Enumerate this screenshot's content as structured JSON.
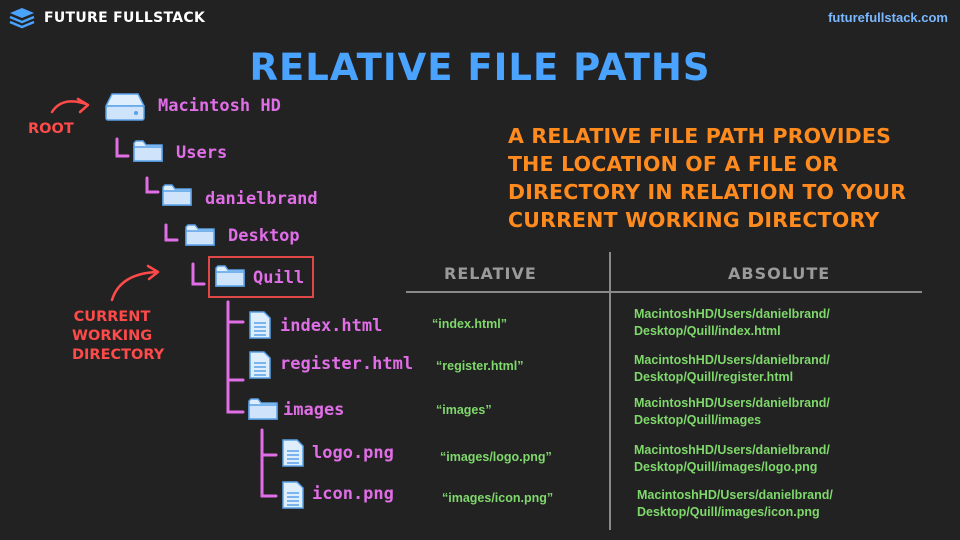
{
  "brand": {
    "name": "FUTURE FULLSTACK",
    "url": "futurefullstack.com"
  },
  "title": "RELATIVE FILE PATHS",
  "description": [
    "A RELATIVE FILE PATH PROVIDES",
    "THE LOCATION OF A FILE OR",
    "DIRECTORY IN RELATION TO YOUR",
    "CURRENT WORKING DIRECTORY"
  ],
  "labels": {
    "root": "ROOT",
    "cwd": [
      "CURRENT",
      "WORKING",
      "DIRECTORY"
    ]
  },
  "tree": {
    "drive": "Macintosh HD",
    "users": "Users",
    "user": "danielbrand",
    "desktop": "Desktop",
    "quill": "Quill",
    "index": "index.html",
    "register": "register.html",
    "images": "images",
    "logo": "logo.png",
    "icon": "icon.png"
  },
  "table": {
    "headers": {
      "relative": "RELATIVE",
      "absolute": "ABSOLUTE"
    },
    "rows": [
      {
        "relative": "“index.html”",
        "absolute": [
          "MacintoshHD/Users/danielbrand/",
          "Desktop/Quill/index.html"
        ]
      },
      {
        "relative": "“register.html”",
        "absolute": [
          "MacintoshHD/Users/danielbrand/",
          "Desktop/Quill/register.html"
        ]
      },
      {
        "relative": "“images”",
        "absolute": [
          "MacintoshHD/Users/danielbrand/",
          "Desktop/Quill/images"
        ]
      },
      {
        "relative": "“images/logo.png”",
        "absolute": [
          "MacintoshHD/Users/danielbrand/",
          "Desktop/Quill/images/logo.png"
        ]
      },
      {
        "relative": "“images/icon.png”",
        "absolute": [
          "MacintoshHD/Users/danielbrand/",
          "Desktop/Quill/images/icon.png"
        ]
      }
    ]
  },
  "colors": {
    "background": "#222222",
    "title": "#4aa3ff",
    "description": "#ff8a1e",
    "tree": "#e06ee6",
    "annotation": "#ff4a4a",
    "path_text": "#7fd86b",
    "header": "#9a9a9a"
  }
}
